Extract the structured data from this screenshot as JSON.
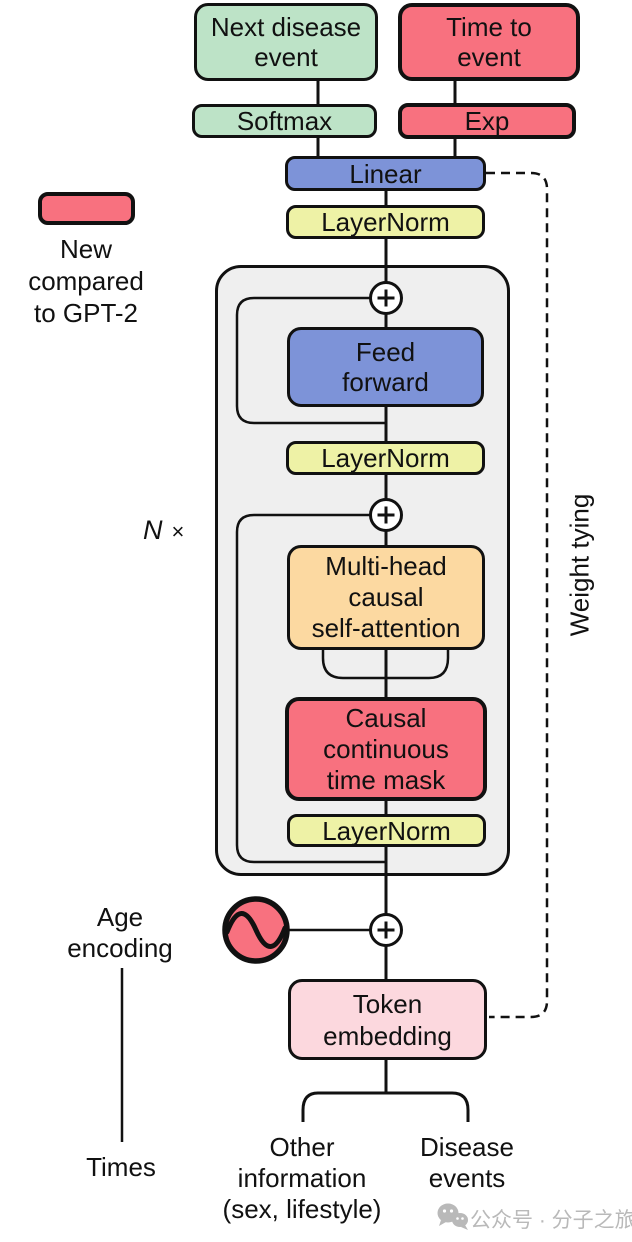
{
  "legend": {
    "label": "New\ncompared\nto GPT-2"
  },
  "loop": {
    "n": "N",
    "times": "×"
  },
  "nodes": {
    "next_disease_event": "Next disease\nevent",
    "time_to_event": "Time to\nevent",
    "softmax": "Softmax",
    "exp": "Exp",
    "linear": "Linear",
    "layernorm_top": "LayerNorm",
    "feed_forward": "Feed\nforward",
    "layernorm_mid": "LayerNorm",
    "attention": "Multi-head\ncausal\nself-attention",
    "time_mask": "Causal\ncontinuous\ntime mask",
    "layernorm_bottom": "LayerNorm",
    "token_embedding": "Token\nembedding"
  },
  "annotations": {
    "weight_tying": "Weight tying",
    "age_encoding": "Age\nencoding",
    "times": "Times",
    "other_information": "Other\ninformation\n(sex, lifestyle)",
    "disease_events": "Disease\nevents"
  },
  "watermark": {
    "icon": "wechat-icon",
    "text": "公众号 · 分子之旅"
  },
  "colors": {
    "new_red": "#f8717f",
    "green": "#bde3c7",
    "blue": "#7d93d8",
    "yellow": "#eef2a6",
    "orange": "#fcd9a1",
    "pink": "#fcd8de",
    "transformer_block_bg": "#efefef",
    "line": "#111111",
    "watermark_gray": "#b9b9b9"
  }
}
